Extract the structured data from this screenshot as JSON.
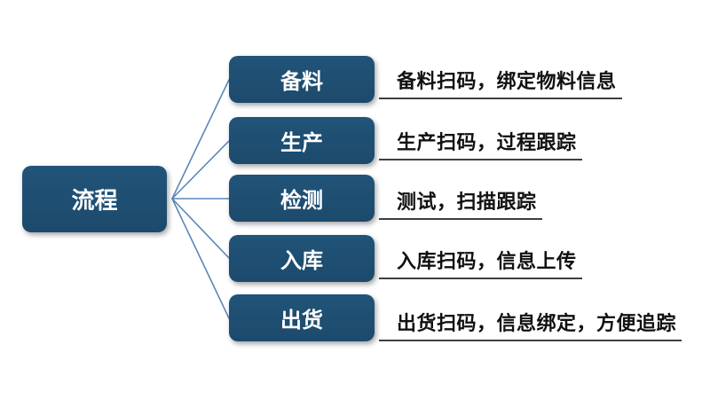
{
  "diagram": {
    "type": "mindmap-flow",
    "root": {
      "label": "流程"
    },
    "branches": [
      {
        "label": "备料",
        "description": "备料扫码，绑定物料信息"
      },
      {
        "label": "生产",
        "description": "生产扫码，过程跟踪"
      },
      {
        "label": "检测",
        "description": "测试，扫描跟踪"
      },
      {
        "label": "入库",
        "description": "入库扫码，信息上传"
      },
      {
        "label": "出货",
        "description": "出货扫码，信息绑定，方便追踪"
      }
    ]
  },
  "colors": {
    "background": "#ffffff",
    "node_fill": "#215479",
    "node_fill_dark": "#1c4a6c",
    "node_text": "#ffffff",
    "connector": "#5b87b7",
    "description_text": "#111111",
    "underline": "#3f3f3f"
  }
}
